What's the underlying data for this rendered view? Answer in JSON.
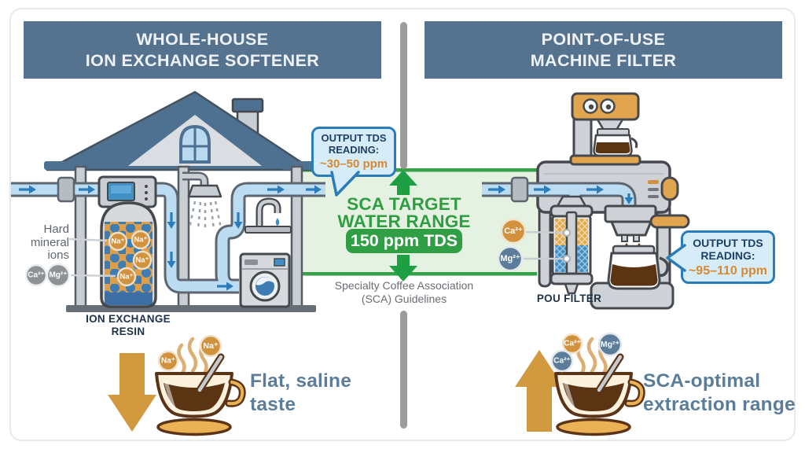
{
  "headers": {
    "left": {
      "line1": "WHOLE-HOUSE",
      "line2": "ION EXCHANGE SOFTENER"
    },
    "right": {
      "line1": "POINT-OF-USE",
      "line2": "MACHINE FILTER"
    }
  },
  "left_panel": {
    "hard_label": {
      "line1": "Hard",
      "line2": "mineral",
      "line3": "ions"
    },
    "ions": {
      "ca": "Ca²⁺",
      "mg": "Mg²⁺",
      "na": "Na⁺"
    },
    "tank_label": {
      "line1": "ION EXCHANGE",
      "line2": "RESIN"
    },
    "callout": {
      "line1": "OUTPUT TDS",
      "line2": "READING:",
      "value": "~30–50 ppm"
    }
  },
  "center": {
    "target_title": {
      "line1": "SCA TARGET",
      "line2": "WATER RANGE"
    },
    "target_value": "150 ppm TDS",
    "guidelines": {
      "line1": "Specialty Coffee Association",
      "line2": "(SCA) Guidelines"
    }
  },
  "right_panel": {
    "ions": {
      "ca": "Ca²⁺",
      "mg": "Mg²⁺"
    },
    "filter_label": "POU FILTER",
    "callout": {
      "line1": "OUTPUT TDS",
      "line2": "READING:",
      "value": "~95–110 ppm"
    }
  },
  "bottom": {
    "left": {
      "ion1": "Na⁺",
      "ion2": "Na⁺",
      "caption": {
        "line1": "Flat, saline",
        "line2": "taste"
      }
    },
    "right": {
      "ion1": "Ca²⁺",
      "ion2": "Ca²⁺",
      "ion3": "Mg²⁺",
      "caption": {
        "line1": "SCA-optimal",
        "line2": "extraction range"
      }
    }
  },
  "colors": {
    "header_bg": "#55738f",
    "green": "#2f9e44",
    "green_light": "#e6f2e1",
    "callout_bg": "#d6ecf9",
    "callout_border": "#2b7cba",
    "navy_text": "#1d3f63",
    "orange_value": "#d8892f",
    "pipe_water": "#bcdcf2",
    "slate_caption": "#5b7d99",
    "resin_orange": "#df9f4a",
    "ion_orange": "#d2913c",
    "ion_blue": "#5b7d99",
    "ion_gray": "#8d9296",
    "big_arrow": "#d29a3f"
  }
}
